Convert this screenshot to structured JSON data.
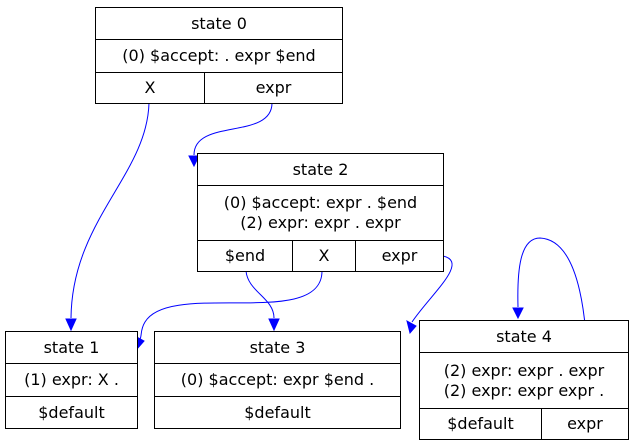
{
  "colors": {
    "edge": "#0000ff",
    "border": "#000000",
    "background": "#ffffff"
  },
  "states": [
    {
      "id": "state0",
      "title": "state 0",
      "items": [
        "(0) $accept: . expr $end"
      ],
      "ports": [
        "X",
        "expr"
      ]
    },
    {
      "id": "state2",
      "title": "state 2",
      "items": [
        "(0) $accept: expr . $end",
        "(2) expr: expr . expr"
      ],
      "ports": [
        "$end",
        "X",
        "expr"
      ]
    },
    {
      "id": "state1",
      "title": "state 1",
      "items": [
        "(1) expr: X ."
      ],
      "ports": [
        "$default"
      ]
    },
    {
      "id": "state3",
      "title": "state 3",
      "items": [
        "(0) $accept: expr $end ."
      ],
      "ports": [
        "$default"
      ]
    },
    {
      "id": "state4",
      "title": "state 4",
      "items": [
        "(2) expr: expr . expr",
        "(2) expr: expr expr ."
      ],
      "ports": [
        "$default",
        "expr"
      ]
    }
  ],
  "edges": [
    {
      "from": "state 0",
      "label": "X",
      "to": "state 1"
    },
    {
      "from": "state 0",
      "label": "expr",
      "to": "state 2"
    },
    {
      "from": "state 2",
      "label": "$end",
      "to": "state 3"
    },
    {
      "from": "state 2",
      "label": "X",
      "to": "state 1"
    },
    {
      "from": "state 2",
      "label": "expr",
      "to": "state 4"
    },
    {
      "from": "state 4",
      "label": "expr",
      "to": "state 4"
    }
  ]
}
